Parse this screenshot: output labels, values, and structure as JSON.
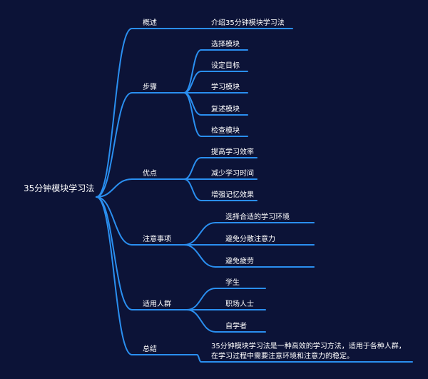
{
  "colors": {
    "background": "#0c1337",
    "line": "#2a8ff0",
    "text": "#ffffff"
  },
  "mindmap": {
    "root": "35分钟模块学习法",
    "branches": [
      {
        "label": "概述",
        "children": [
          "介绍35分钟模块学习法"
        ]
      },
      {
        "label": "步骤",
        "children": [
          "选择模块",
          "设定目标",
          "学习模块",
          "复述模块",
          "检查模块"
        ]
      },
      {
        "label": "优点",
        "children": [
          "提高学习效率",
          "减少学习时间",
          "增强记忆效果"
        ]
      },
      {
        "label": "注意事项",
        "children": [
          "选择合适的学习环境",
          "避免分散注意力",
          "避免疲劳"
        ]
      },
      {
        "label": "适用人群",
        "children": [
          "学生",
          "职场人士",
          "自学者"
        ]
      },
      {
        "label": "总结",
        "children": [
          "35分钟模块学习法是一种高效的学习方法，适用于各种人群，",
          "在学习过程中需要注意环境和注意力的稳定。"
        ]
      }
    ]
  }
}
